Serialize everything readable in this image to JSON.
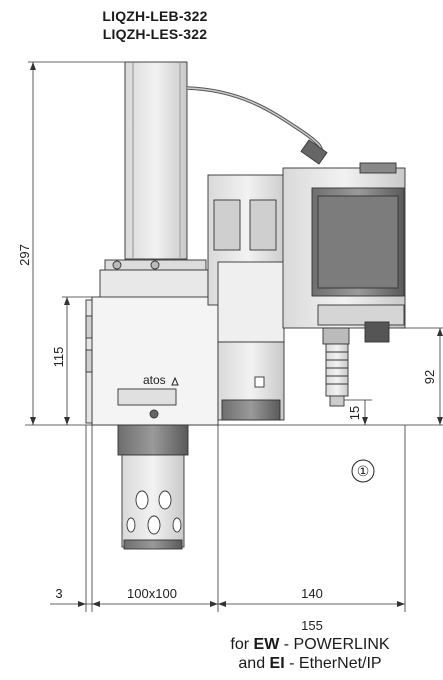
{
  "title": {
    "line1": "LIQZH-LEB-322",
    "line2": "LIQZH-LES-322"
  },
  "dimensions": {
    "height_total": "297",
    "height_body": "115",
    "height_right": "92",
    "dist_15": "15",
    "left_offset": "3",
    "body_width": "100x100",
    "right_width": "140",
    "right_width_alt": "155"
  },
  "callout": "①",
  "brand_logo": "atos",
  "notes": {
    "line1_prefix": "for ",
    "line1_bold": "EW",
    "line1_rest": " - POWERLINK",
    "line2_prefix": "and ",
    "line2_bold": "EI",
    "line2_rest": " - EtherNet/IP"
  }
}
